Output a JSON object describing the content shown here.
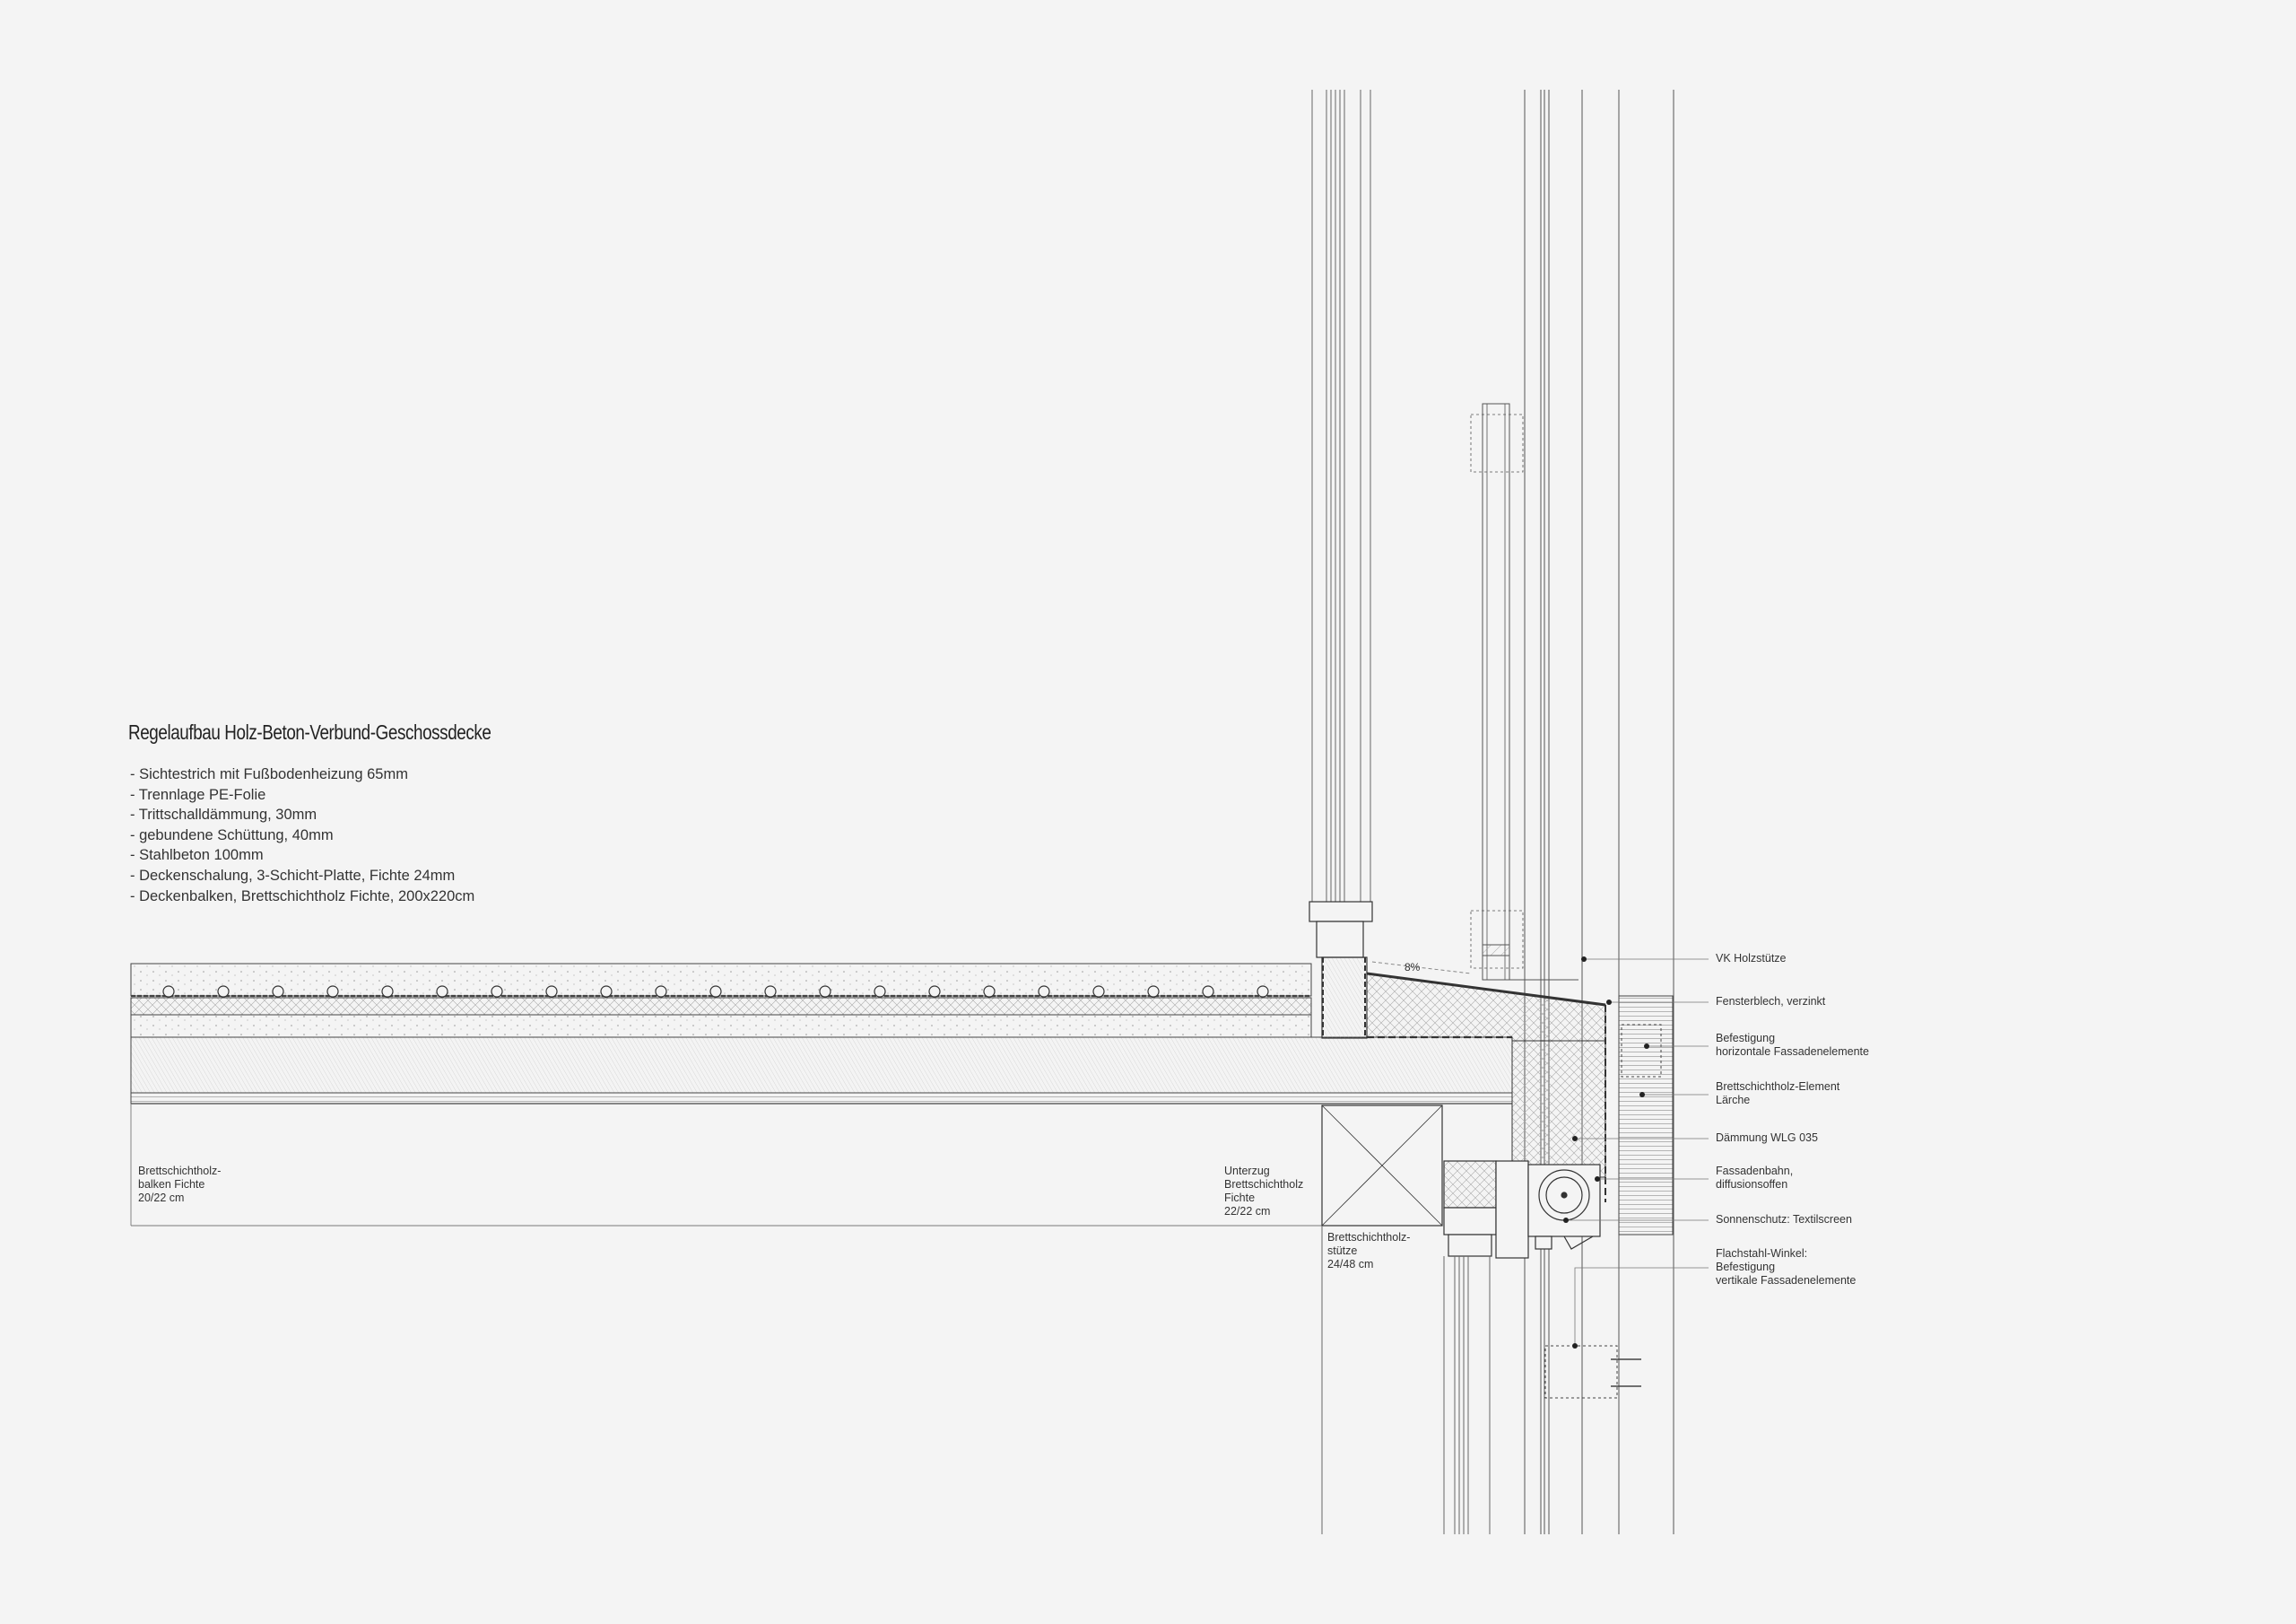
{
  "spec": {
    "title": "Regelaufbau Holz-Beton-Verbund-Geschossdecke",
    "layers": [
      "- Sichtestrich mit Fußbodenheizung 65mm",
      "- Trennlage PE-Folie",
      "- Trittschalldämmung, 30mm",
      "- gebundene Schüttung, 40mm",
      "- Stahlbeton 100mm",
      "- Deckenschalung, 3-Schicht-Platte, Fichte 24mm",
      "- Deckenbalken, Brettschichtholz Fichte, 200x220cm"
    ]
  },
  "drawing_labels": {
    "beam": [
      "Brettschichtholz-",
      "balken Fichte",
      "20/22 cm"
    ],
    "girder": [
      "Unterzug",
      "Brettschichtholz",
      "Fichte",
      "22/22 cm"
    ],
    "column": [
      "Brettschichtholz-",
      "stütze",
      "24/48 cm"
    ],
    "slope": "8%"
  },
  "callouts": [
    {
      "lines": [
        "VK Holzstütze"
      ]
    },
    {
      "lines": [
        "Fensterblech, verzinkt"
      ]
    },
    {
      "lines": [
        "Befestigung",
        "horizontale Fassadenelemente"
      ]
    },
    {
      "lines": [
        "Brettschichtholz-Element",
        "Lärche"
      ]
    },
    {
      "lines": [
        "Dämmung WLG 035"
      ]
    },
    {
      "lines": [
        "Fassadenbahn,",
        "diffusionsoffen"
      ]
    },
    {
      "lines": [
        "Sonnenschutz: Textilscreen"
      ]
    },
    {
      "lines": [
        "Flachstahl-Winkel:",
        "Befestigung",
        "vertikale Fassadenelemente"
      ]
    }
  ],
  "colors": {
    "background": "#f4f4f4",
    "line": "#3a3a3a",
    "text": "#2a2a2a"
  }
}
